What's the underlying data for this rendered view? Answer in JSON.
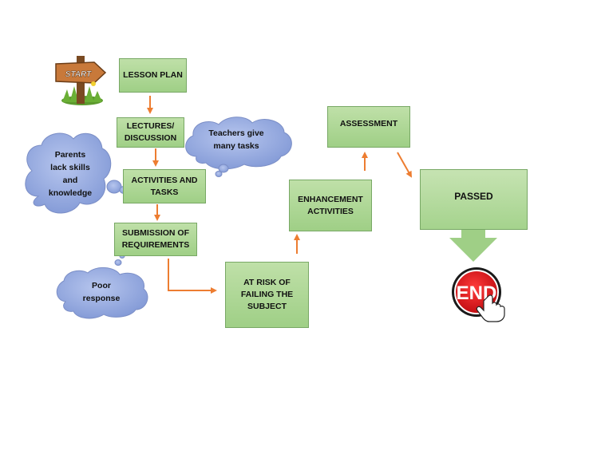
{
  "start_sign": {
    "label": "START"
  },
  "end_button": {
    "label": "END"
  },
  "boxes": {
    "lesson_plan": "LESSON PLAN",
    "lectures": "LECTURES/\nDISCUSSION",
    "activities": "ACTIVITIES AND\nTASKS",
    "submission": "SUBMISSION OF\nREQUIREMENTS",
    "at_risk": "AT RISK OF\nFAILING THE\nSUBJECT",
    "enhancement": "ENHANCEMENT\nACTIVITIES",
    "assessment": "ASSESSMENT",
    "passed": "PASSED"
  },
  "clouds": {
    "parents": "Parents\nlack skills\nand\nknowledge",
    "teachers": "Teachers give\nmany tasks",
    "poor": "Poor\nresponse"
  },
  "colors": {
    "box_fill": "#a9d591",
    "box_border": "#78a865",
    "arrow": "#ed7d31",
    "cloud_fill": "#9aaee0",
    "end_red": "#e0161d"
  }
}
